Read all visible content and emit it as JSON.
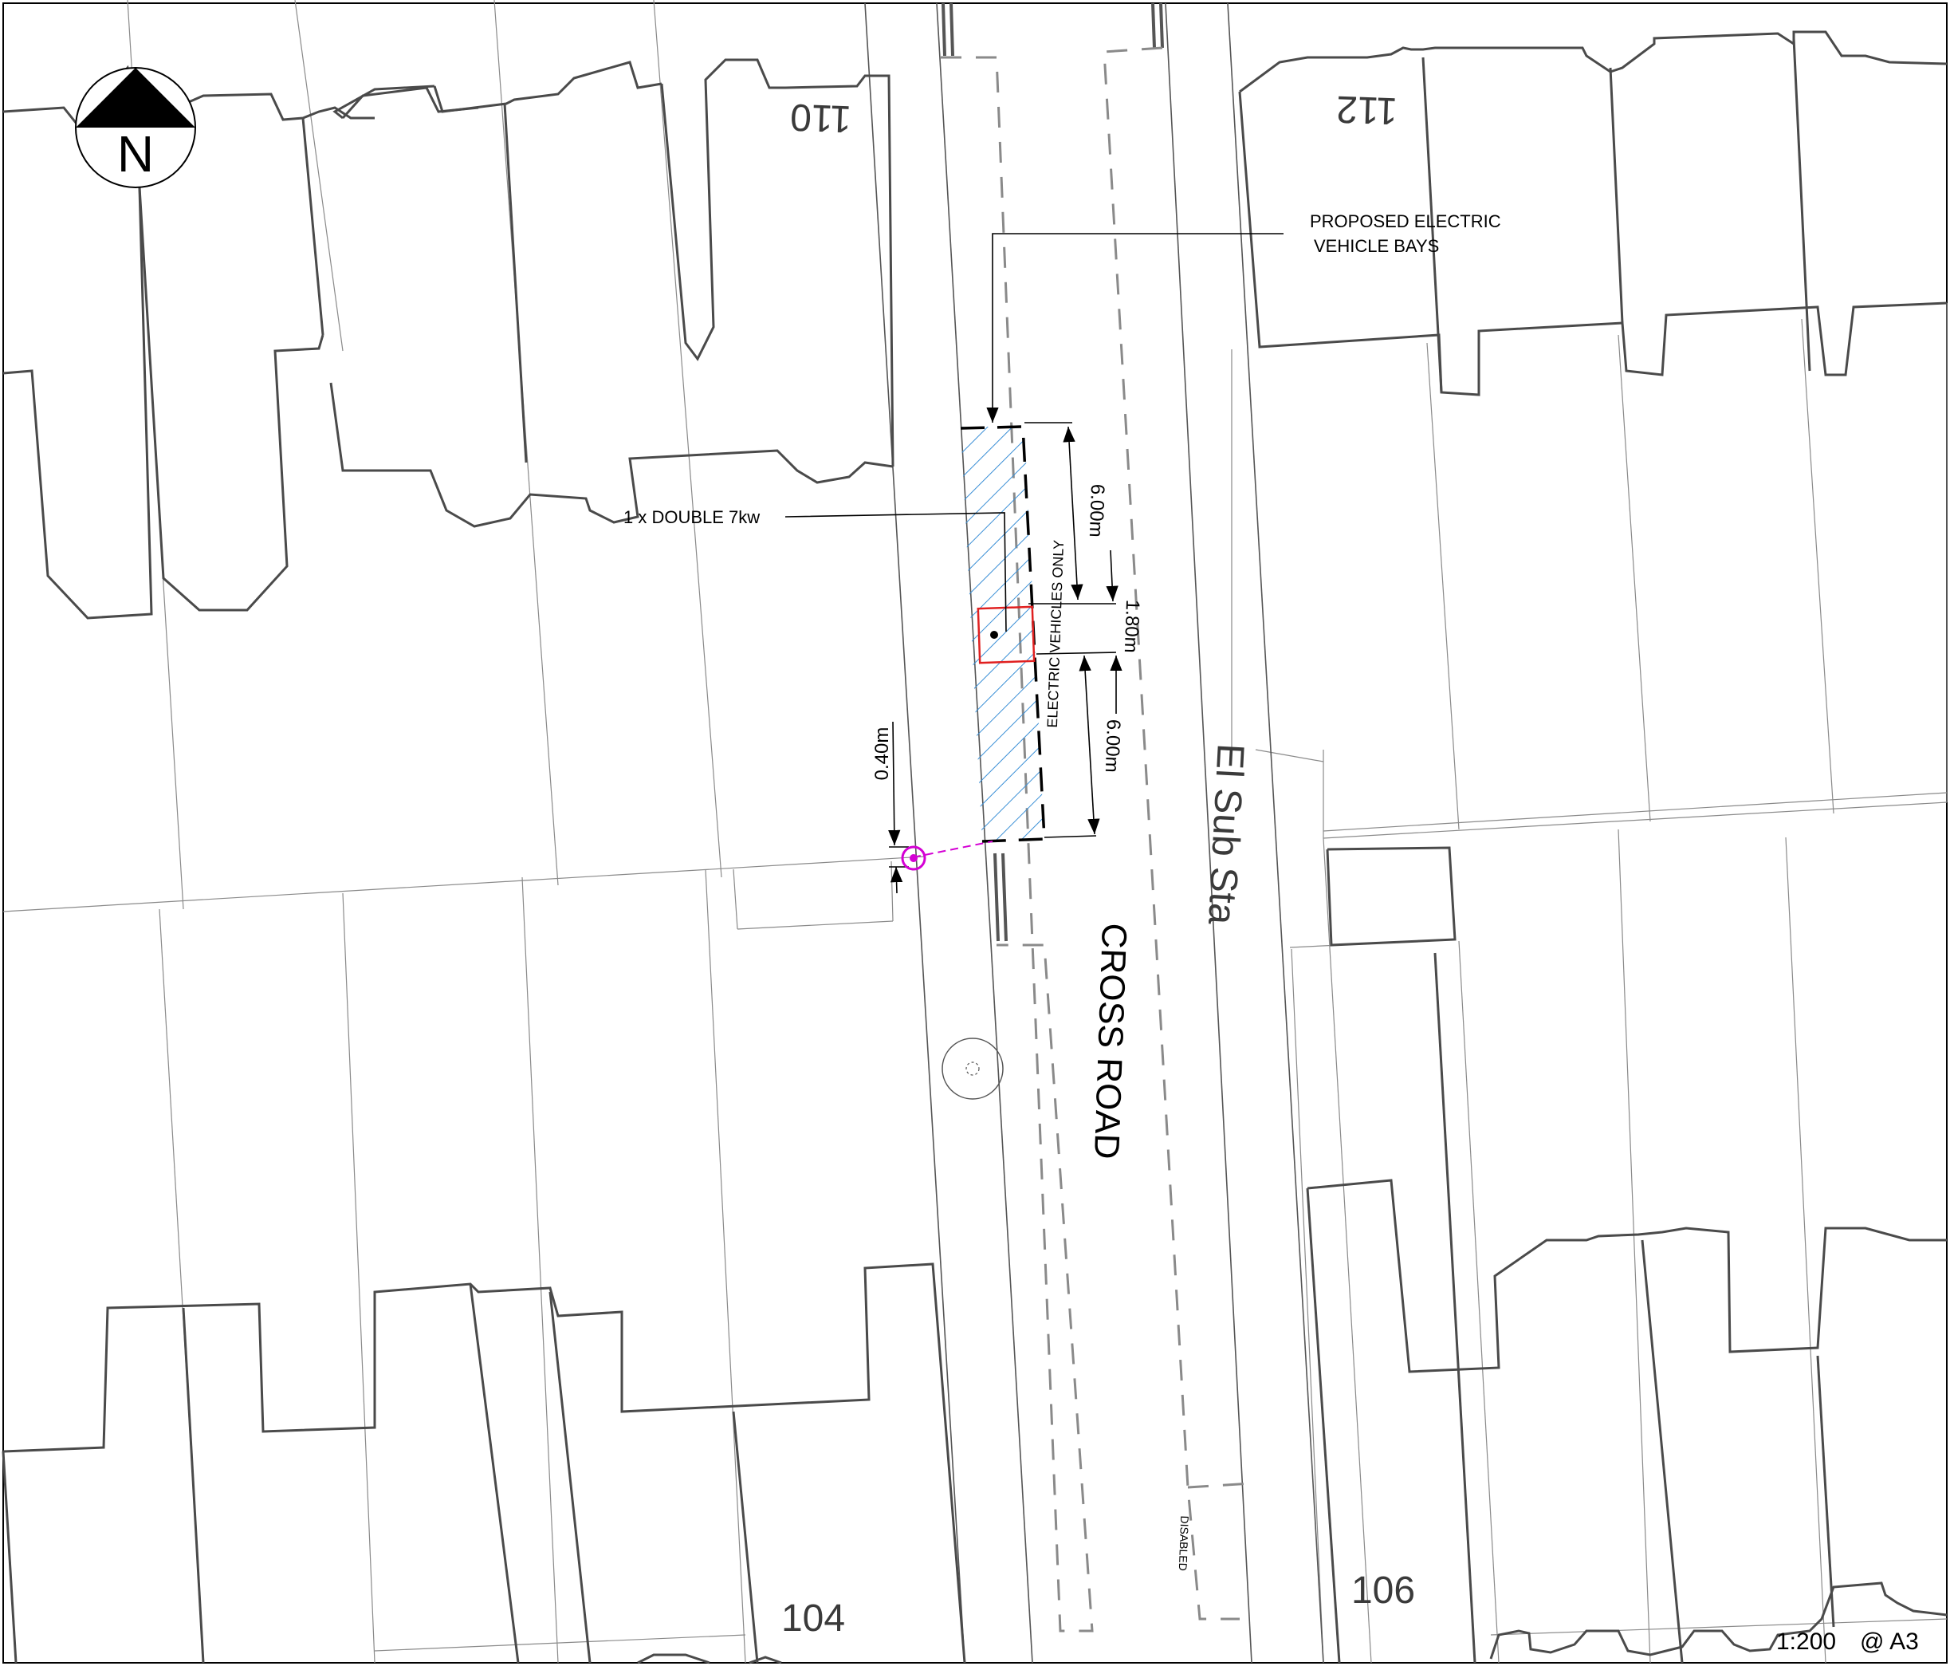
{
  "map": {
    "north_label": "N",
    "road_name": "CROSS ROAD",
    "substation_label": "El Sub Sta",
    "house_numbers": [
      "110",
      "112",
      "104",
      "106"
    ],
    "proposed_label_line1": "PROPOSED ELECTRIC",
    "proposed_label_line2": "VEHICLE BAYS",
    "charger_label": "1 x DOUBLE 7kw",
    "bay_marking": "ELECTRIC VEHICLES ONLY",
    "disabled_marking": "DISABLED",
    "dim_upper": "6.00m",
    "dim_gap": "1.80m",
    "dim_lower": "6.00m",
    "dim_offset": "0.40m",
    "scale": "1:200",
    "sheet": "@ A3"
  },
  "colors": {
    "hatch": "#3a8fd6",
    "charger_box": "#e02020",
    "feeder_pillar": "#d400d4"
  }
}
